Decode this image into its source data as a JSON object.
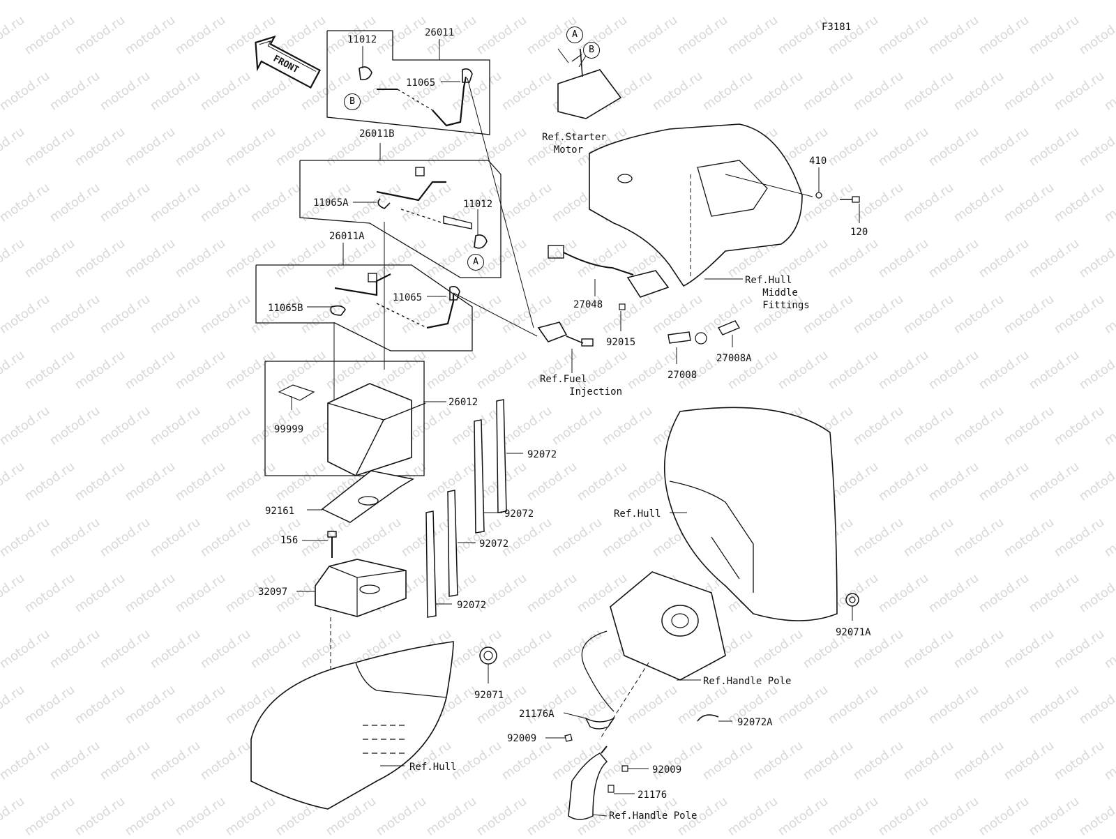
{
  "figure_code": "F3181",
  "watermark": "motod.ru",
  "front_arrow_label": "FRONT",
  "parts": {
    "p26011": "26011",
    "p11012_top": "11012",
    "p11065_top": "11065",
    "p26011B": "26011B",
    "p11065A": "11065A",
    "p11012_mid": "11012",
    "p26011A": "26011A",
    "p11065B": "11065B",
    "p11065_low": "11065",
    "p26012": "26012",
    "p99999": "99999",
    "p92072_a": "92072",
    "p92072_b": "92072",
    "p92072_c": "92072",
    "p92072_d": "92072",
    "p92161": "92161",
    "p156": "156",
    "p32097": "32097",
    "p92071": "92071",
    "p410": "410",
    "p120": "120",
    "p27048": "27048",
    "p92015": "92015",
    "p27008": "27008",
    "p27008A": "27008A",
    "p92071A": "92071A",
    "p21176A": "21176A",
    "p92009_a": "92009",
    "p92009_b": "92009",
    "p21176": "21176",
    "p92072A": "92072A"
  },
  "refs": {
    "starter_motor": "Ref.Starter\n  Motor",
    "hull_middle": "Ref.Hull\n   Middle\n   Fittings",
    "fuel_injection": "Ref.Fuel\n     Injection",
    "hull_right": "Ref.Hull",
    "handle_pole_1": "Ref.Handle Pole",
    "hull_bottom": "Ref.Hull",
    "handle_pole_2": "Ref.Handle Pole"
  },
  "markers": {
    "a_top": "A",
    "b_top": "B",
    "b_left": "B",
    "a_mid": "A"
  }
}
